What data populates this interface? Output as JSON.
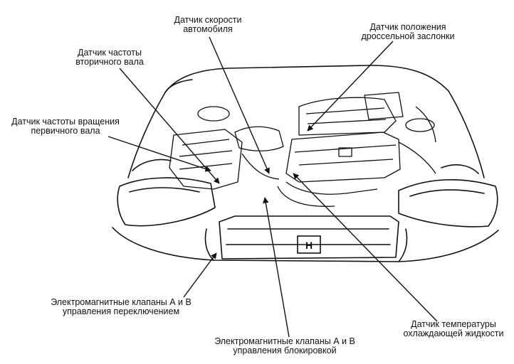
{
  "labels": {
    "vehicle_speed_sensor": [
      "Датчик скорости",
      "автомобиля"
    ],
    "throttle_position_sensor": [
      "Датчик положения",
      "дроссельной заслонки"
    ],
    "countershaft_speed_sensor": [
      "Датчик частоты",
      "вторичного вала"
    ],
    "mainshaft_speed_sensor": [
      "Датчик частоты вращения",
      "первичного вала"
    ],
    "shift_solenoids": [
      "Электромагнитные клапаны А и В",
      "управления переключением"
    ],
    "coolant_temp_sensor": [
      "Датчик температуры",
      "охлаждающей жидкости"
    ],
    "lockup_solenoids": [
      "Электромагнитные клапаны А и В",
      "управления блокировкой"
    ]
  },
  "logo": {
    "grille_badge": "H"
  }
}
